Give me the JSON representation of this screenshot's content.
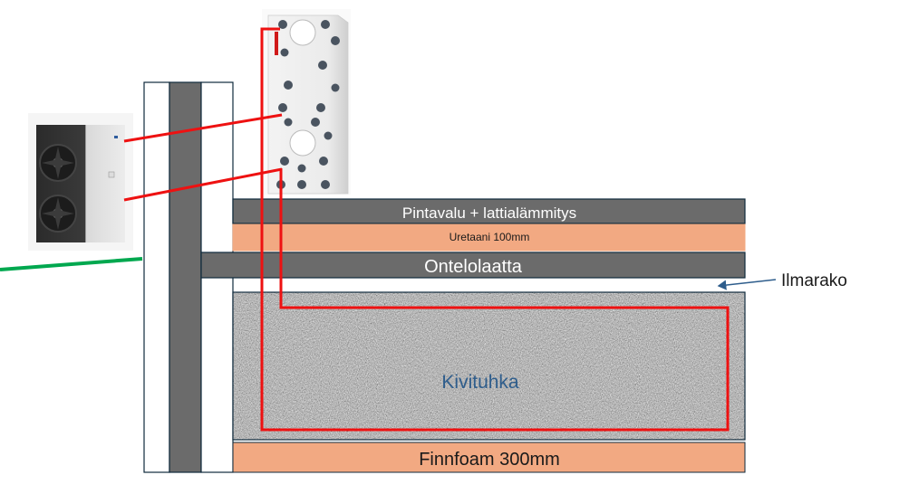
{
  "diagram": {
    "layers": {
      "surface_cast": "Pintavalu + lattialämmitys",
      "urethane": "Uretaani 100mm",
      "hollow_slab": "Ontelolaatta",
      "crushed_stone": "Kivituhka",
      "finnfoam": "Finnfoam 300mm"
    },
    "air_gap_label": "Ilmarako"
  },
  "colors": {
    "dark_layer": "#6b6b6b",
    "insulation": "#f2a982",
    "pipe": "#ee1111",
    "ground_line": "#00a84f",
    "arrow": "#2e5d8c",
    "stone_label": "#2e5d8c"
  }
}
